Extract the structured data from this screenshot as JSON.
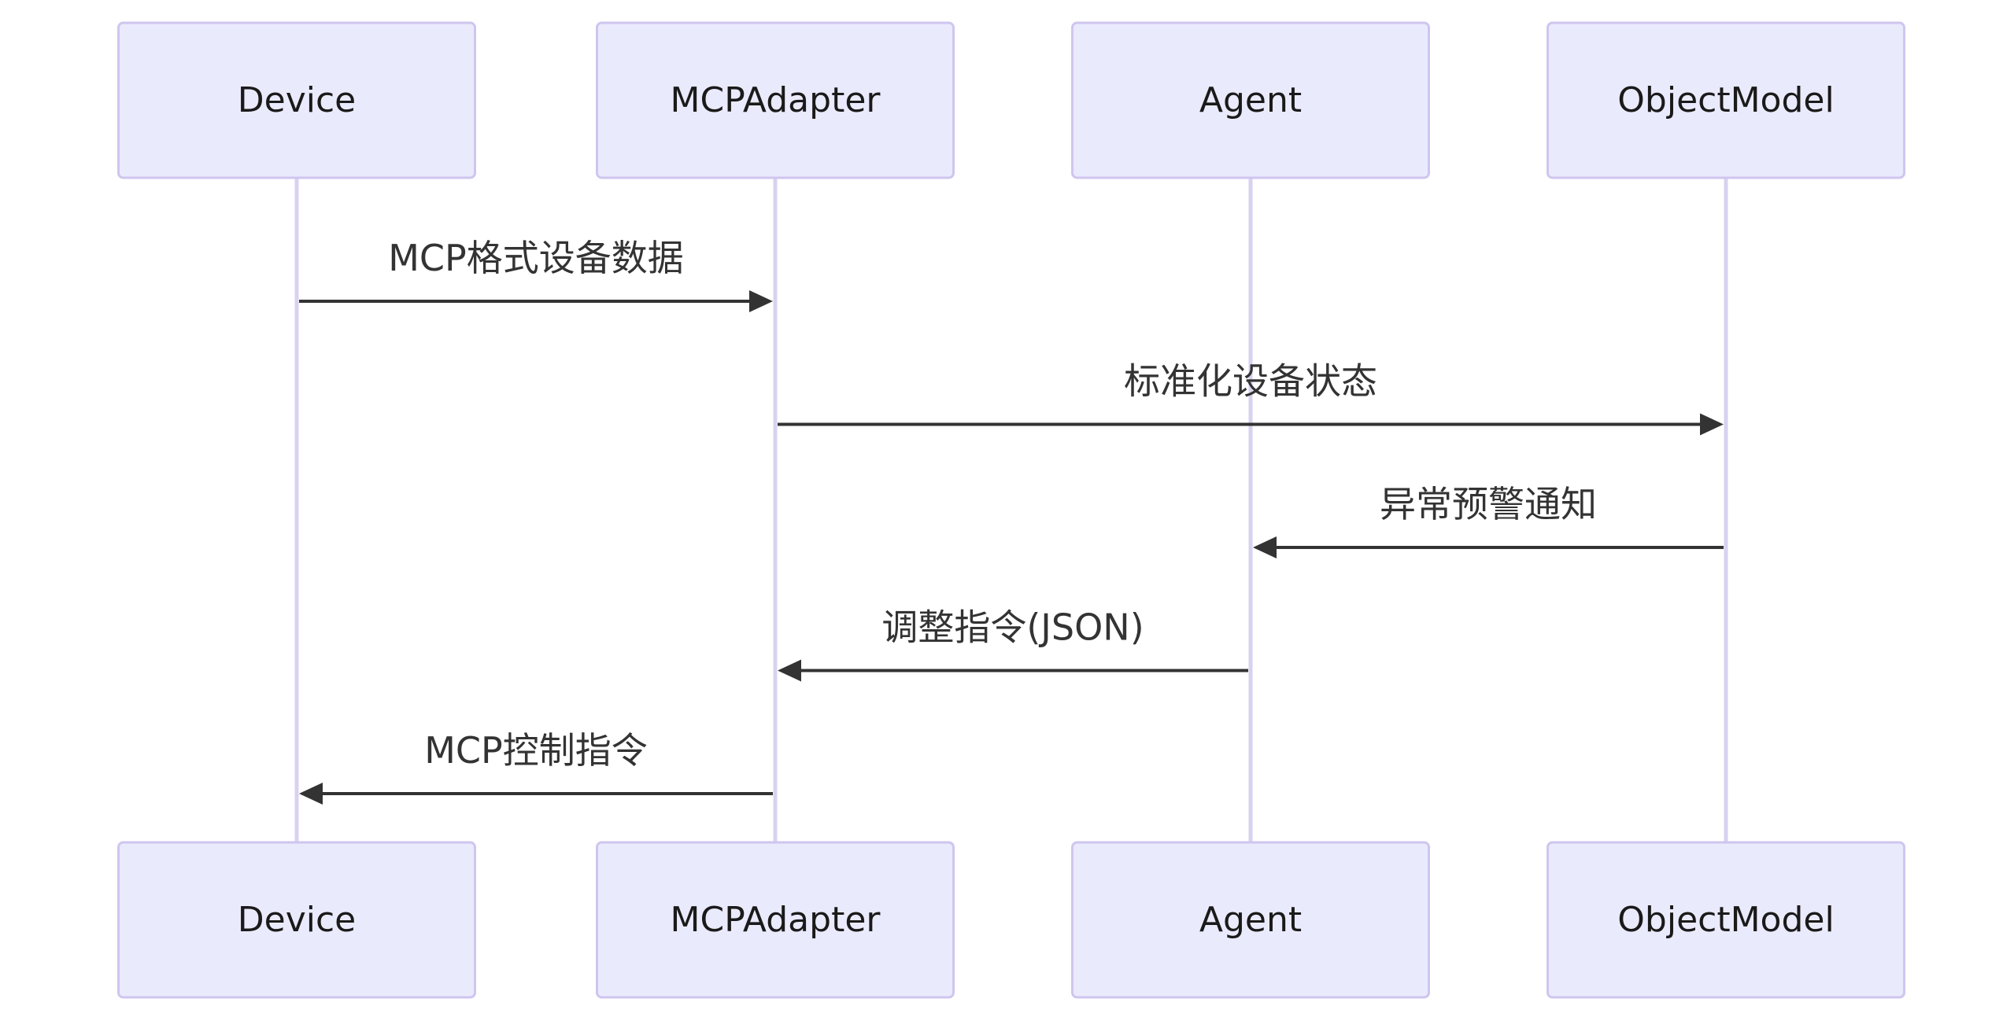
{
  "participants": [
    {
      "id": "device",
      "label": "Device"
    },
    {
      "id": "mcpadapter",
      "label": "MCPAdapter"
    },
    {
      "id": "agent",
      "label": "Agent"
    },
    {
      "id": "objectmodel",
      "label": "ObjectModel"
    }
  ],
  "messages": [
    {
      "from": "device",
      "to": "mcpadapter",
      "label": "MCP格式设备数据"
    },
    {
      "from": "mcpadapter",
      "to": "objectmodel",
      "label": "标准化设备状态"
    },
    {
      "from": "objectmodel",
      "to": "agent",
      "label": "异常预警通知"
    },
    {
      "from": "agent",
      "to": "mcpadapter",
      "label": "调整指令(JSON)"
    },
    {
      "from": "mcpadapter",
      "to": "device",
      "label": "MCP控制指令"
    }
  ],
  "colors": {
    "actor_fill": "#eaeafd",
    "actor_stroke": "#cfc6ee",
    "lifeline": "#d8d2f0",
    "message": "#333333",
    "background": "#ffffff"
  }
}
